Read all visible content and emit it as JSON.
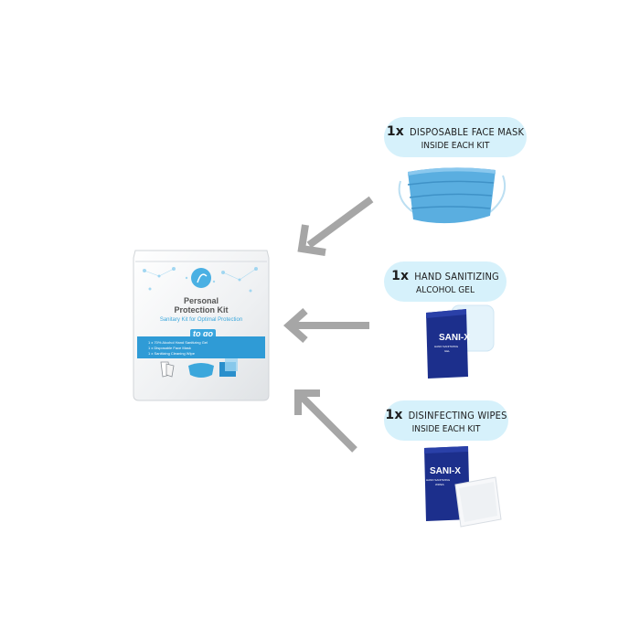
{
  "pouch": {
    "title_line1": "Personal",
    "title_line2": "Protection Kit",
    "subtitle": "Sanitary Kit for Optimal Protection",
    "badge": "to go",
    "band_items": [
      "1 x 70% Alcohol Hand Sanitizing Gel",
      "1 x Disposable Face Mask",
      "1 x Sanitizing Cleaning Wipe"
    ]
  },
  "callouts": [
    {
      "qty": "1x",
      "line1": "DISPOSABLE FACE MASK",
      "line2": "INSIDE EACH KIT"
    },
    {
      "qty": "1x",
      "line1": "HAND SANITIZING",
      "line2": "ALCOHOL GEL"
    },
    {
      "qty": "1x",
      "line1": "DISINFECTING WIPES",
      "line2": "INSIDE EACH KIT"
    }
  ],
  "gel_packet": {
    "brand": "SANI-X",
    "desc_line1": "HAND SANITIZING",
    "desc_line2": "GEL"
  },
  "wipe_packet": {
    "brand": "SANI-X",
    "desc_line1": "HAND SANITIZING",
    "desc_line2": "WIPES"
  },
  "colors": {
    "pill_bg": "#d6f1fb",
    "arrow": "#a6a6a6",
    "brand_blue": "#2f9bd6",
    "packet_navy": "#1c2f8c"
  }
}
